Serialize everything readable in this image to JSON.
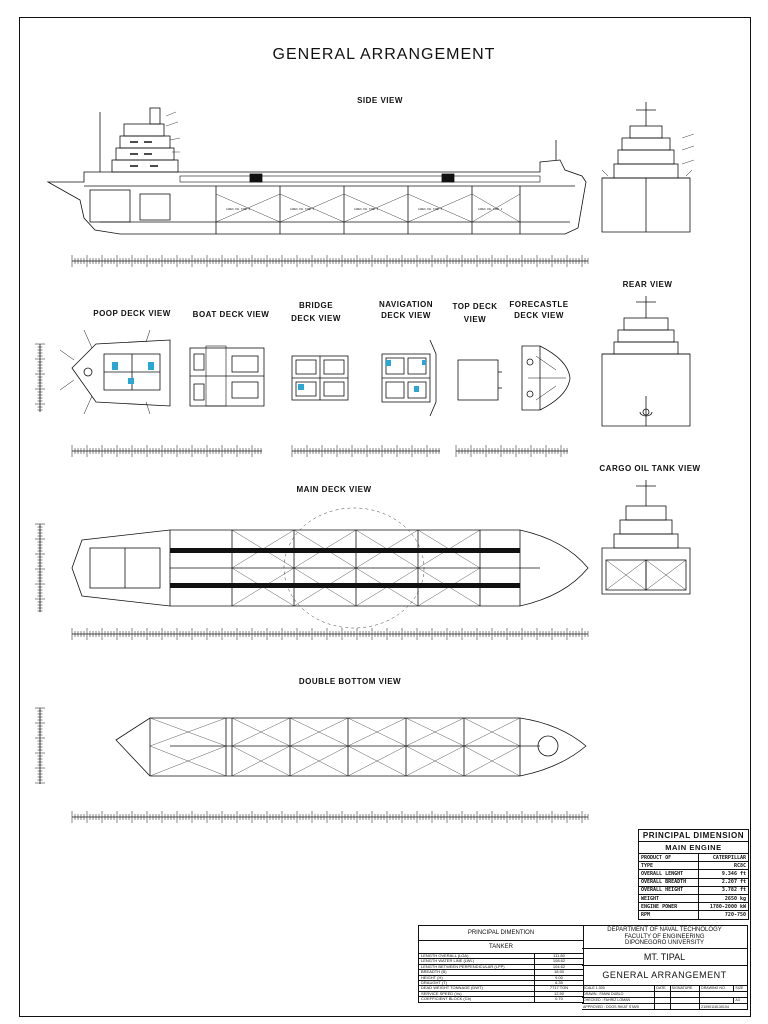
{
  "title": "GENERAL ARRANGEMENT",
  "views": {
    "side": "SIDE VIEW",
    "rear": "REAR VIEW",
    "poop_deck": "POOP DECK VIEW",
    "boat_deck": "BOAT DECK VIEW",
    "bridge_deck_1": "BRIDGE",
    "bridge_deck_2": "DECK VIEW",
    "navigation_deck_1": "NAVIGATION",
    "navigation_deck_2": "DECK VIEW",
    "top_deck_1": "TOP DECK",
    "top_deck_2": "VIEW",
    "forecastle_deck_1": "FORECASTLE",
    "forecastle_deck_2": "DECK VIEW",
    "cargo_oil_tank": "CARGO OIL TANK VIEW",
    "main_deck": "MAIN DECK VIEW",
    "double_bottom": "DOUBLE BOTTOM VIEW"
  },
  "principal_dimension": {
    "title": "PRINCIPAL DIMENSION",
    "subtitle": "MAIN ENGINE",
    "rows": [
      {
        "label": "PRODUCT OF",
        "value": "CATERPILLAR"
      },
      {
        "label": "TYPE",
        "value": "RC8C"
      },
      {
        "label": "OVERALL LENGHT",
        "value": "9.346 ft"
      },
      {
        "label": "OVERALL BREADTH",
        "value": "2.207 ft"
      },
      {
        "label": "OVERALL HEIGHT",
        "value": "3.782 ft"
      },
      {
        "label": "WEIGHT",
        "value": "2650 kg"
      },
      {
        "label": "ENGINE POWER",
        "value": "1780-2000 kW"
      },
      {
        "label": "RPM",
        "value": "720-750"
      }
    ]
  },
  "tanker_table": {
    "title": "PRINCIPAL DIMENTION",
    "subtitle": "TANKER",
    "rows": [
      {
        "label": "LENGTH OVERALL (LOA)",
        "value": "111.80"
      },
      {
        "label": "LENGTH WATER LINE (LWL)",
        "value": "108.62"
      },
      {
        "label": "LENGTH BETWEEN PERPENDICULAR (LPP)",
        "value": "104.62"
      },
      {
        "label": "BREADTH (B)",
        "value": "18.50"
      },
      {
        "label": "HEIGHT (H)",
        "value": "9.00"
      },
      {
        "label": "DRAUGHT (T)",
        "value": "6.35"
      },
      {
        "label": "DEAD WEIGHT TONNAGE (DWT)",
        "value": "7717 TON"
      },
      {
        "label": "SERVICE SPEED (Vs)",
        "value": "12.50"
      },
      {
        "label": "COEFFICIENT BLOCK (Cb)",
        "value": "0.70"
      }
    ]
  },
  "title_block": {
    "dept_1": "DEPARTMENT OF NAVAL TECHNOLOGY",
    "dept_2": "FACULTY OF ENGINEERING",
    "dept_3": "DIPONEGORO UNIVERSITY",
    "ship_name": "MT. TIPAL",
    "drawing_title": "GENERAL ARRANGEMENT",
    "scale_label": "SCALE",
    "scale_value": "1:300",
    "date_label": "DATE",
    "signature_label": "SIGNATURE",
    "drawing_no_label": "DRAWING NO.",
    "size_label": "SIZE",
    "drawn_label": "DRAWN",
    "drawn_value": "FANNI DUBLO",
    "checked_label": "CHECKED",
    "checked_value": "FAHRIZ LOMAN",
    "approved_label": "APPROVED",
    "approved_value": "DOOS RIKAT STARI",
    "size_value": "A3",
    "drawing_no_value": "21090118130104"
  },
  "colors": {
    "line": "#111111",
    "accent": "#29a8d6"
  }
}
